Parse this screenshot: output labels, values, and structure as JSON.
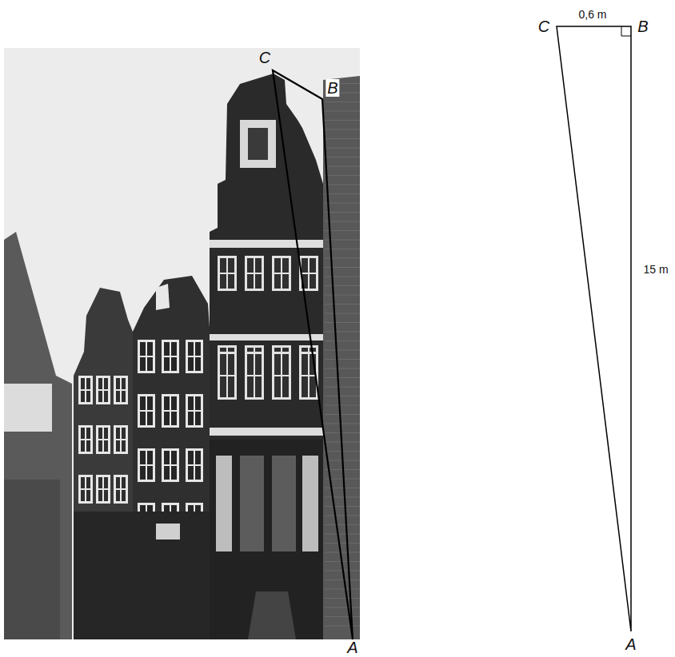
{
  "diagram": {
    "labels": [
      "C",
      "B",
      "A",
      "C",
      "0,6 m",
      "B",
      "15 m",
      "A"
    ]
  }
}
